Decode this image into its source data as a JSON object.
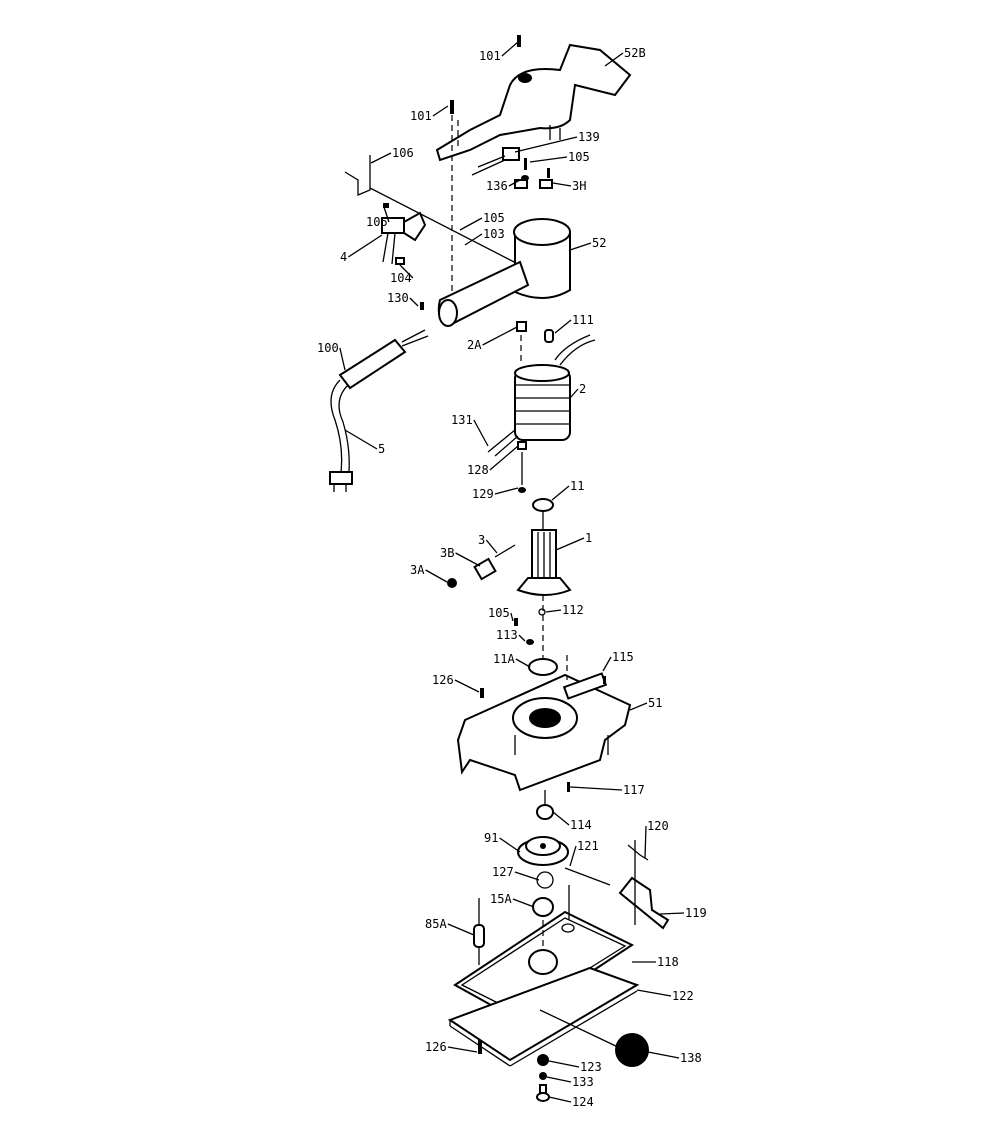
{
  "diagram": {
    "type": "exploded parts diagram",
    "line_color": "#000000",
    "background": "#ffffff",
    "part_labels": [
      "101",
      "52B",
      "101",
      "139",
      "105",
      "106",
      "136",
      "3H",
      "105",
      "105",
      "103",
      "52",
      "4",
      "104",
      "130",
      "111",
      "2A",
      "100",
      "2",
      "131",
      "5",
      "128",
      "129",
      "11",
      "1",
      "3",
      "3B",
      "3A",
      "105",
      "112",
      "113",
      "11A",
      "115",
      "126",
      "51",
      "117",
      "114",
      "120",
      "91",
      "121",
      "127",
      "15A",
      "119",
      "85A",
      "118",
      "122",
      "126",
      "138",
      "123",
      "133",
      "124"
    ]
  }
}
